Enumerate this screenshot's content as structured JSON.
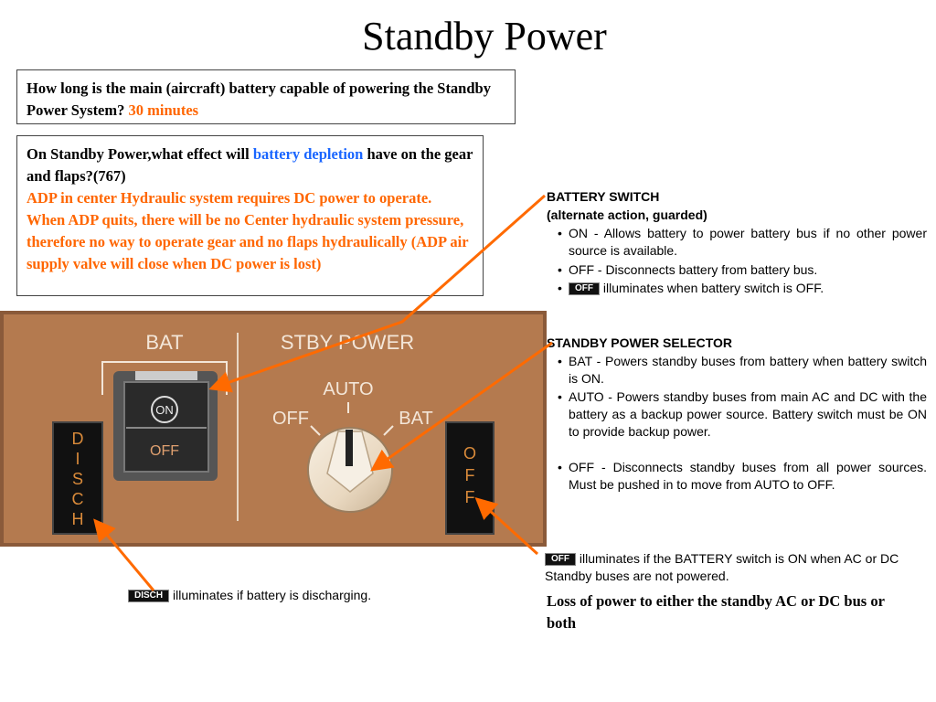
{
  "title": "Standby Power",
  "q1": {
    "question": "How long is the main (aircraft) battery capable of powering the Standby Power System?",
    "answer": "30 minutes"
  },
  "q2": {
    "question_part1": "On Standby Power,what effect will",
    "question_highlight": "battery depletion",
    "question_part2": "have on the gear and flaps?(767)",
    "answer": "ADP in  center Hydraulic system requires DC power to operate. When  ADP quits, there will be no Center hydraulic system pressure, therefore no way to operate gear and no flaps hydraulically (ADP air supply valve will close when DC power is lost)"
  },
  "panel": {
    "bat_label": "BAT",
    "stby_label": "STBY POWER",
    "switch_on": "ON",
    "switch_off": "OFF",
    "selector_off": "OFF",
    "selector_auto": "AUTO",
    "selector_bat": "BAT",
    "disch_letters": [
      "D",
      "I",
      "S",
      "C",
      "H"
    ],
    "off_letters": [
      "O",
      "F",
      "F"
    ]
  },
  "battery_switch": {
    "heading": "BATTERY SWITCH",
    "subheading": "(alternate action, guarded)",
    "items": [
      {
        "label": "ON -",
        "text": "Allows battery to power battery bus if no other power source is available."
      },
      {
        "label": "OFF -",
        "text": "Disconnects battery from battery bus."
      },
      {
        "badge": "OFF",
        "text": "illuminates when battery switch is OFF."
      }
    ]
  },
  "standby_selector": {
    "heading": "STANDBY POWER SELECTOR",
    "items": [
      {
        "label": "BAT -",
        "text": "Powers standby buses from battery when battery switch is ON."
      },
      {
        "label": "AUTO -",
        "text": "Powers standby buses from main AC and DC with the battery as a backup power source. Battery switch must be ON to provide backup power."
      },
      {
        "label": "OFF -",
        "text": "Disconnects standby buses from all power sources. Must be pushed in to move from AUTO to OFF."
      }
    ]
  },
  "off_light_note": {
    "badge": "OFF",
    "text": "illuminates if the BATTERY switch is ON when AC or DC Standby buses are not powered."
  },
  "disch_note": {
    "badge": "DISCH",
    "text": "illuminates if battery is discharging."
  },
  "loss_note": "Loss of power to either the standby AC or DC bus or both",
  "colors": {
    "answer_orange": "#ff6600",
    "highlight_blue": "#1a66ff",
    "panel_brown": "#b47a4f",
    "arrow_orange": "#ff6a00"
  }
}
